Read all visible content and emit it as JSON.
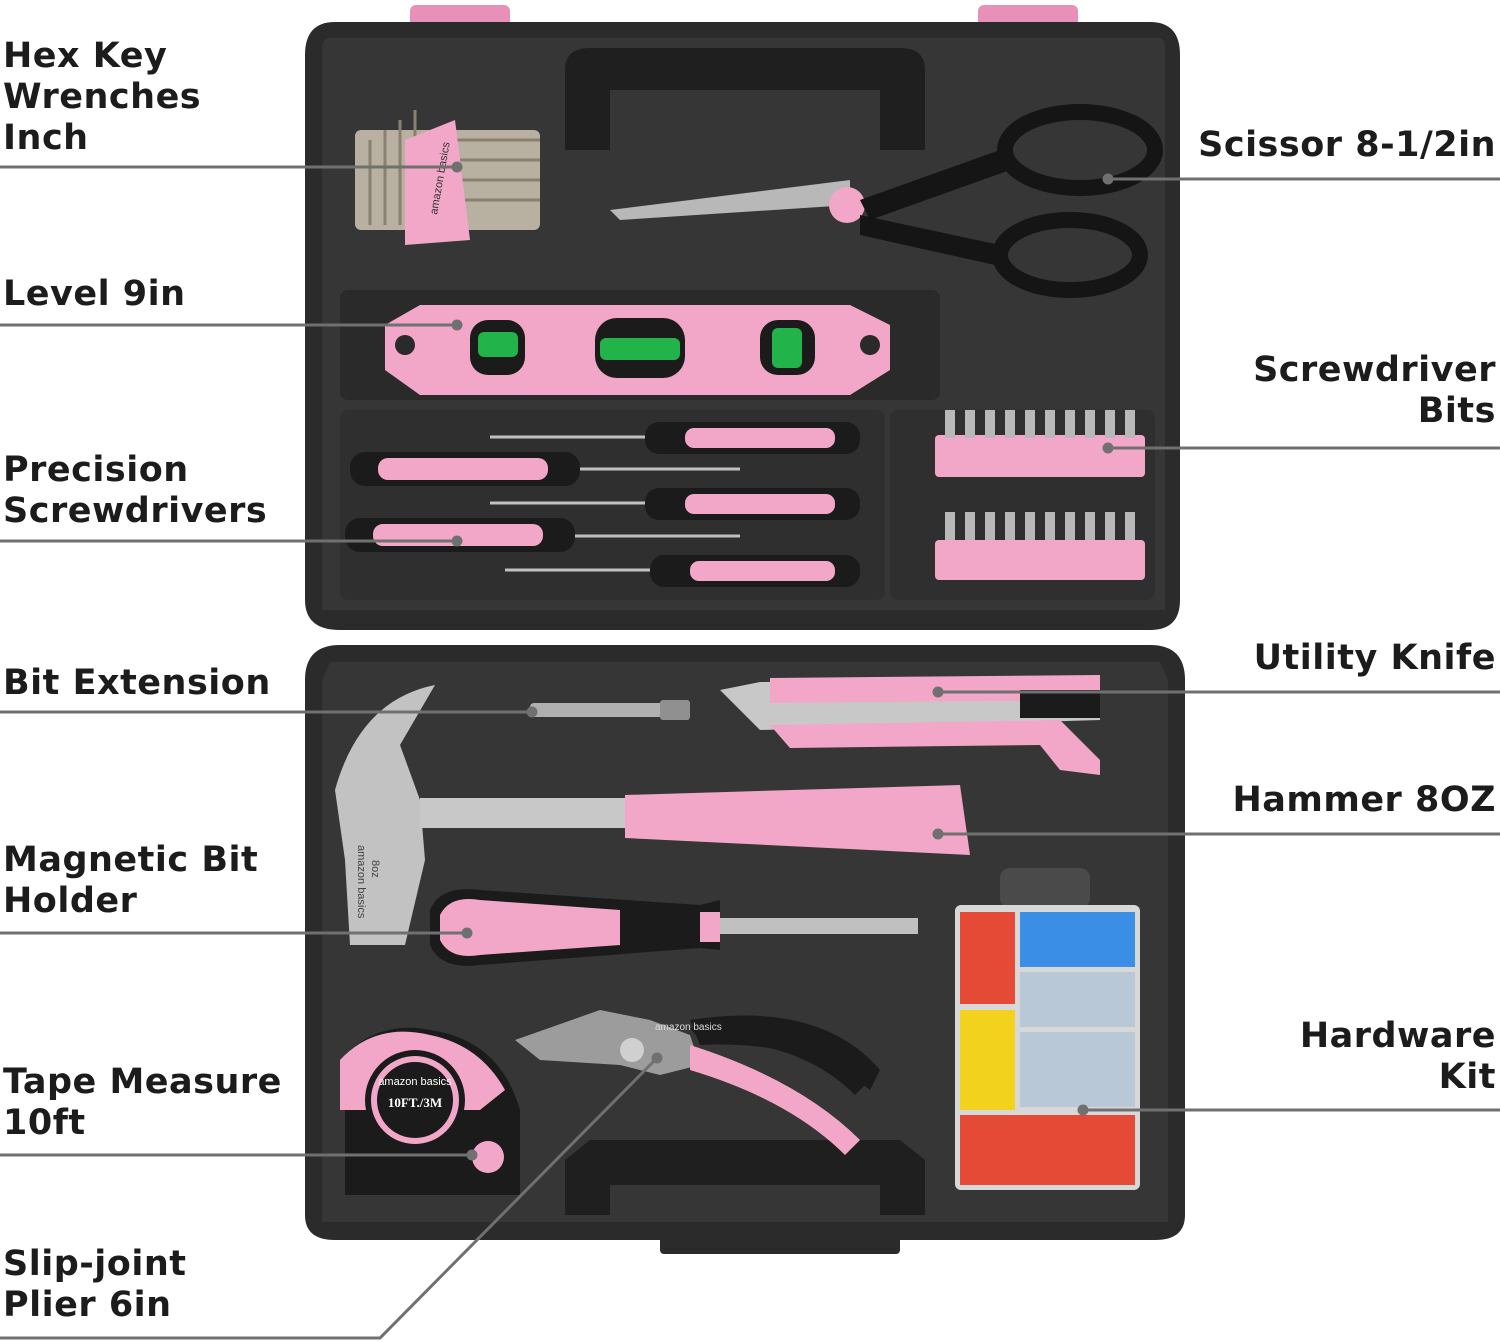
{
  "accent_pink": "#f2a7c8",
  "case_color": "#2b2b2b",
  "callout_line_color": "#707070",
  "callouts_left": [
    {
      "name": "hex-key-wrenches-label",
      "lines": [
        "Hex Key",
        "Wrenches",
        "Inch"
      ]
    },
    {
      "name": "level-label",
      "lines": [
        "Level 9in"
      ]
    },
    {
      "name": "precision-screwdrivers-label",
      "lines": [
        "Precision",
        "Screwdrivers"
      ]
    },
    {
      "name": "bit-extension-label",
      "lines": [
        "Bit Extension"
      ]
    },
    {
      "name": "magnetic-bit-holder-label",
      "lines": [
        "Magnetic Bit",
        "Holder"
      ]
    },
    {
      "name": "tape-measure-label",
      "lines": [
        "Tape Measure",
        "10ft"
      ]
    },
    {
      "name": "slip-joint-plier-label",
      "lines": [
        "Slip-joint",
        "Plier 6in"
      ]
    }
  ],
  "callouts_right": [
    {
      "name": "scissor-label",
      "lines": [
        "Scissor 8-1/2in"
      ]
    },
    {
      "name": "screwdriver-bits-label",
      "lines": [
        "Screwdriver",
        "Bits"
      ]
    },
    {
      "name": "utility-knife-label",
      "lines": [
        "Utility Knife"
      ]
    },
    {
      "name": "hammer-label",
      "lines": [
        "Hammer 8OZ"
      ]
    },
    {
      "name": "hardware-kit-label",
      "lines": [
        "Hardware",
        "Kit"
      ]
    }
  ],
  "hex_key_brand": "amazon basics",
  "hammer_print": [
    "amazon basics",
    "8oz"
  ],
  "tape_brand": "amazon basics",
  "tape_size": "10FT./3M",
  "plier_brand": "amazon basics"
}
